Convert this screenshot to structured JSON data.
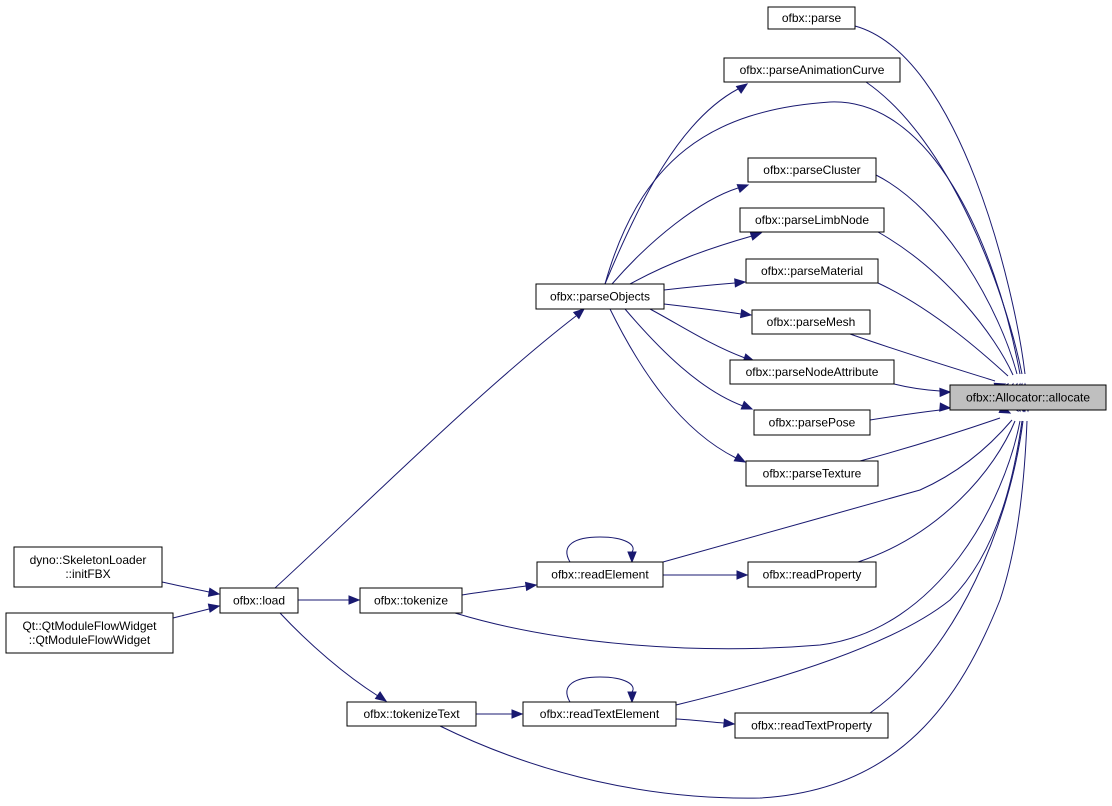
{
  "graph": {
    "title": "",
    "nodes": [
      {
        "id": "parse",
        "lines": [
          "ofbx::parse"
        ]
      },
      {
        "id": "parseAnimationCurve",
        "lines": [
          "ofbx::parseAnimationCurve"
        ]
      },
      {
        "id": "parseCluster",
        "lines": [
          "ofbx::parseCluster"
        ]
      },
      {
        "id": "parseLimbNode",
        "lines": [
          "ofbx::parseLimbNode"
        ]
      },
      {
        "id": "parseMaterial",
        "lines": [
          "ofbx::parseMaterial"
        ]
      },
      {
        "id": "parseObjects",
        "lines": [
          "ofbx::parseObjects"
        ]
      },
      {
        "id": "parseMesh",
        "lines": [
          "ofbx::parseMesh"
        ]
      },
      {
        "id": "parseNodeAttribute",
        "lines": [
          "ofbx::parseNodeAttribute"
        ]
      },
      {
        "id": "allocate",
        "lines": [
          "ofbx::Allocator::allocate"
        ],
        "highlight": true
      },
      {
        "id": "parsePose",
        "lines": [
          "ofbx::parsePose"
        ]
      },
      {
        "id": "parseTexture",
        "lines": [
          "ofbx::parseTexture"
        ]
      },
      {
        "id": "initFBX",
        "lines": [
          "dyno::SkeletonLoader",
          "::initFBX"
        ]
      },
      {
        "id": "readElement",
        "lines": [
          "ofbx::readElement"
        ]
      },
      {
        "id": "readProperty",
        "lines": [
          "ofbx::readProperty"
        ]
      },
      {
        "id": "load",
        "lines": [
          "ofbx::load"
        ]
      },
      {
        "id": "tokenize",
        "lines": [
          "ofbx::tokenize"
        ]
      },
      {
        "id": "qtflow",
        "lines": [
          "Qt::QtModuleFlowWidget",
          "::QtModuleFlowWidget"
        ]
      },
      {
        "id": "tokenizeText",
        "lines": [
          "ofbx::tokenizeText"
        ]
      },
      {
        "id": "readTextElement",
        "lines": [
          "ofbx::readTextElement"
        ]
      },
      {
        "id": "readTextProperty",
        "lines": [
          "ofbx::readTextProperty"
        ]
      }
    ],
    "edges": [
      {
        "from": "parse",
        "to": "allocate"
      },
      {
        "from": "parseAnimationCurve",
        "to": "allocate"
      },
      {
        "from": "parseCluster",
        "to": "allocate"
      },
      {
        "from": "parseLimbNode",
        "to": "allocate"
      },
      {
        "from": "parseMaterial",
        "to": "allocate"
      },
      {
        "from": "parseMesh",
        "to": "allocate"
      },
      {
        "from": "parseNodeAttribute",
        "to": "allocate"
      },
      {
        "from": "parsePose",
        "to": "allocate"
      },
      {
        "from": "parseTexture",
        "to": "allocate"
      },
      {
        "from": "parseObjects",
        "to": "allocate"
      },
      {
        "from": "readElement",
        "to": "allocate"
      },
      {
        "from": "readProperty",
        "to": "allocate"
      },
      {
        "from": "tokenize",
        "to": "allocate"
      },
      {
        "from": "readTextElement",
        "to": "allocate"
      },
      {
        "from": "readTextProperty",
        "to": "allocate"
      },
      {
        "from": "tokenizeText",
        "to": "allocate"
      },
      {
        "from": "parseObjects",
        "to": "parseAnimationCurve"
      },
      {
        "from": "parseObjects",
        "to": "parseCluster"
      },
      {
        "from": "parseObjects",
        "to": "parseLimbNode"
      },
      {
        "from": "parseObjects",
        "to": "parseMaterial"
      },
      {
        "from": "parseObjects",
        "to": "parseMesh"
      },
      {
        "from": "parseObjects",
        "to": "parseNodeAttribute"
      },
      {
        "from": "parseObjects",
        "to": "parsePose"
      },
      {
        "from": "parseObjects",
        "to": "parseTexture"
      },
      {
        "from": "load",
        "to": "parseObjects"
      },
      {
        "from": "load",
        "to": "tokenize"
      },
      {
        "from": "load",
        "to": "tokenizeText"
      },
      {
        "from": "initFBX",
        "to": "load"
      },
      {
        "from": "qtflow",
        "to": "load"
      },
      {
        "from": "tokenize",
        "to": "readElement"
      },
      {
        "from": "readElement",
        "to": "readElement"
      },
      {
        "from": "readElement",
        "to": "readProperty"
      },
      {
        "from": "tokenizeText",
        "to": "readTextElement"
      },
      {
        "from": "readTextElement",
        "to": "readTextElement"
      },
      {
        "from": "readTextElement",
        "to": "readTextProperty"
      }
    ]
  },
  "colors": {
    "edge": "#191970",
    "node_border": "#000000",
    "node_fill": "#ffffff",
    "highlight_fill": "#bfbfbf"
  }
}
